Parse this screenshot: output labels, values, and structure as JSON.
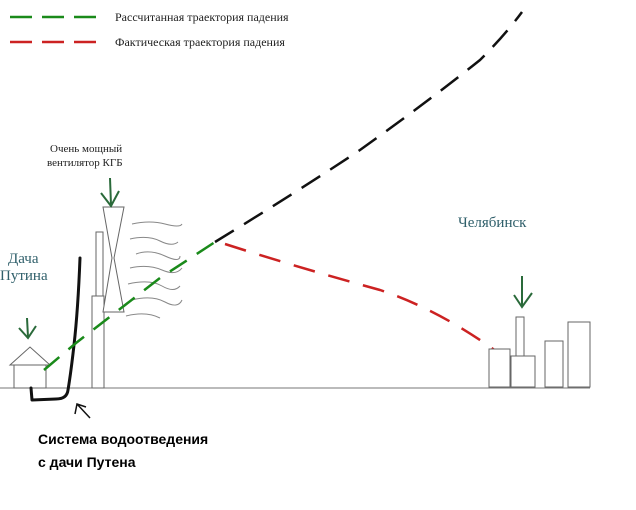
{
  "legend": {
    "calculated": "Рассчитанная траектория падения",
    "actual": "Фактическая траектория падения"
  },
  "labels": {
    "fan_line1": "Очень мощный",
    "fan_line2": "вентилятор КГБ",
    "dacha_line1": "Дача",
    "dacha_line2": "Путина",
    "city": "Челябинск",
    "drain_line1": "Система водоотведения",
    "drain_line2": "с дачи Путена"
  },
  "colors": {
    "green": "#1a8a1a",
    "red": "#cc2222",
    "black": "#111111",
    "label_teal": "#2f5f6a",
    "ground": "#777777",
    "outline": "#666666",
    "wind": "#888888"
  },
  "icons": [
    "down-arrow-icon",
    "cursor-icon"
  ]
}
